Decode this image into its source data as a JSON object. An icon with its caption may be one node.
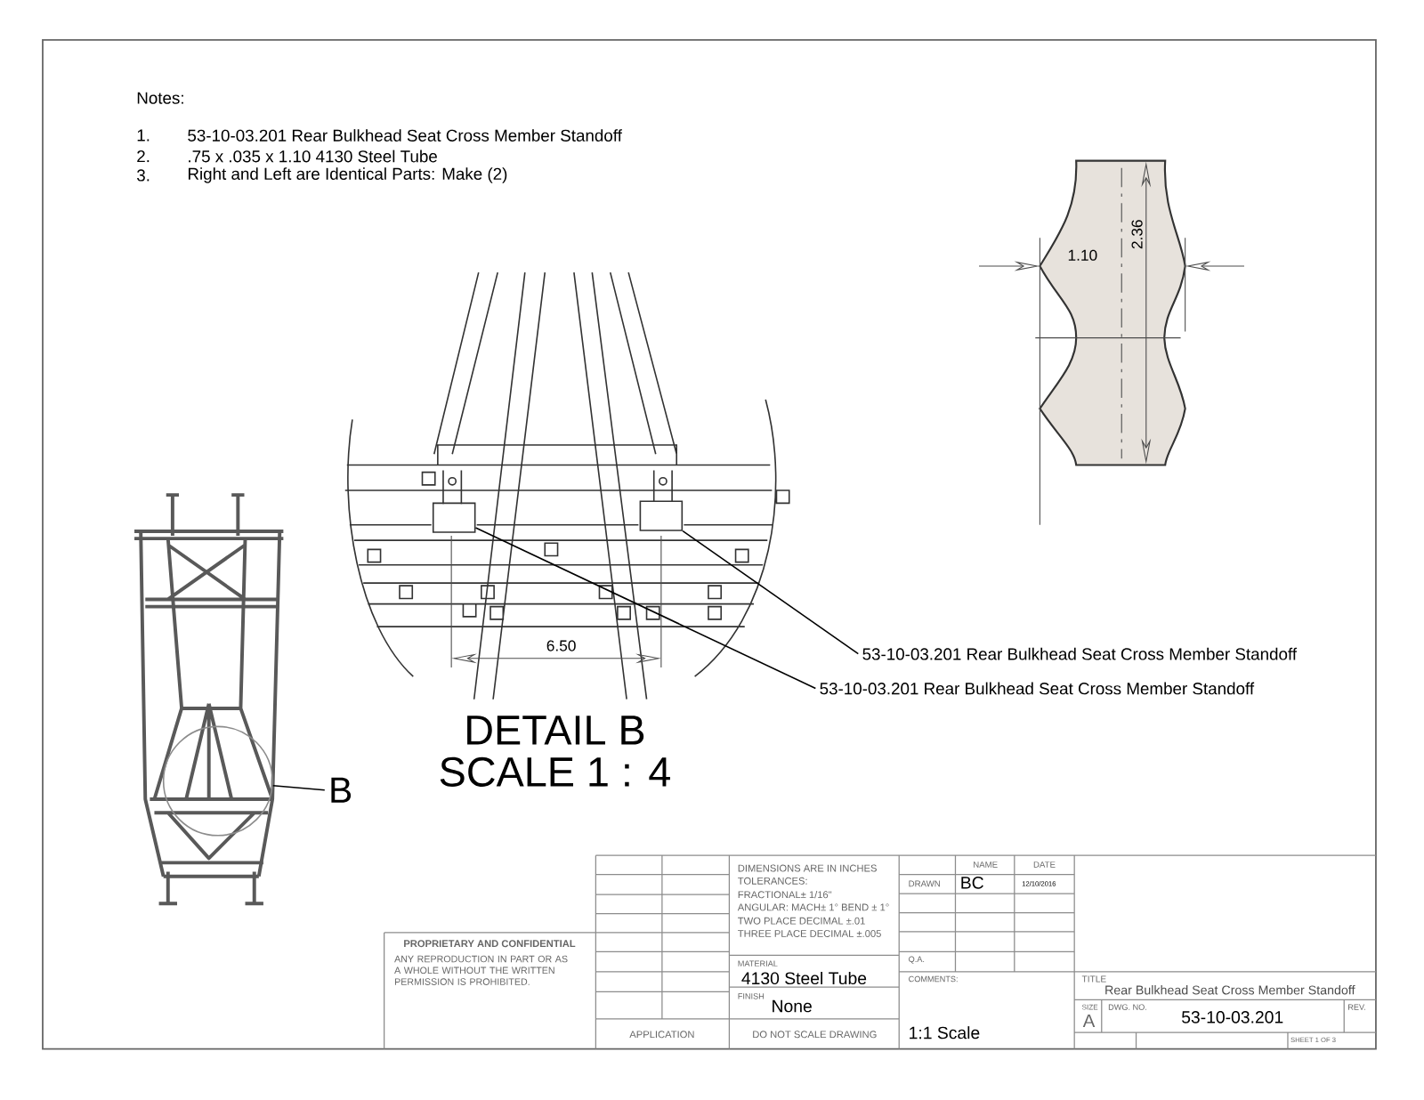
{
  "diagram": {
    "nodes": [
      {
        "text": [
          "53-10-03.201 Rear Bulkhead Seat Cross Member Standoff"
        ]
      },
      {
        "text": [
          "53-10-03.201 Rear Bulkhead Seat Cross Member Standoff"
        ]
      },
      {
        "text": [],
        "shape": "box"
      },
      {
        "text": [],
        "shape": "box"
      },
      {
        "text": [
          "B"
        ]
      },
      {
        "text": [],
        "shape": "circle"
      }
    ],
    "edges": [
      {
        "from": 0,
        "to": 3,
        "arrow": "none"
      },
      {
        "from": 1,
        "to": 2,
        "arrow": "none"
      },
      {
        "from": 4,
        "to": 5,
        "arrow": "none"
      }
    ],
    "labels": [
      "Notes:",
      "1.",
      "53-10-03.201 Rear Bulkhead Seat Cross Member Standoff",
      "2.",
      ".75 x .035 x 1.10 4130 Steel Tube",
      "3.",
      "Right and Left are Identical Parts: Make (2)",
      "1.10",
      "2.36",
      "6.50",
      "DETAIL B",
      "SCALE 1 : 4",
      "DIMENSIONS ARE IN INCHES",
      "TOLERANCES:",
      "FRACTIONAL± 1/16\"",
      "ANGULAR: MACH± 1° BEND ± 1°",
      "TWO PLACE DECIMAL ±.01",
      "THREE PLACE DECIMAL ±.005",
      "NAME",
      "DATE",
      "DRAWN",
      "BC",
      "12/10/2016",
      "PROPRIETARY AND CONFIDENTIAL",
      "ANY REPRODUCTION IN PART OR AS A WHOLE WITHOUT THE WRITTEN PERMISSION IS PROHIBITED.",
      "MATERIAL",
      "4130 Steel Tube",
      "FINISH",
      "None",
      "Q.A.",
      "COMMENTS:",
      "1:1 Scale",
      "TITLE",
      "Rear Bulkhead Seat Cross Member Standoff",
      "SIZE",
      "A",
      "DWG. NO.",
      "53-10-03.201",
      "REV.",
      "APPLICATION",
      "DO NOT SCALE DRAWING",
      "SHEET 1 OF 3"
    ]
  }
}
